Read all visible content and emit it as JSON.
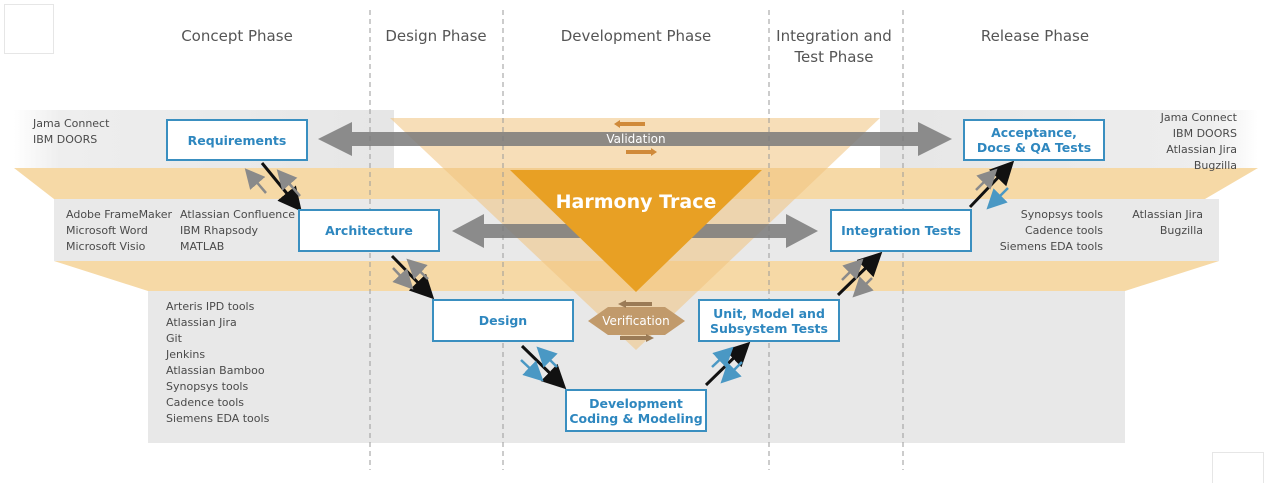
{
  "phases": {
    "concept": "Concept Phase",
    "design": "Design Phase",
    "development": "Development Phase",
    "integration_line1": "Integration and",
    "integration_line2": "Test Phase",
    "release": "Release Phase"
  },
  "center": {
    "title": "Harmony Trace",
    "validation": "Validation",
    "verification": "Verification"
  },
  "boxes": {
    "requirements": "Requirements",
    "architecture": "Architecture",
    "design": "Design",
    "development_line1": "Development",
    "development_line2": "Coding & Modeling",
    "unit_line1": "Unit, Model and",
    "unit_line2": "Subsystem Tests",
    "integration": "Integration Tests",
    "acceptance_line1": "Acceptance,",
    "acceptance_line2": "Docs & QA Tests"
  },
  "tools": {
    "req_left": [
      "Jama Connect",
      "IBM DOORS"
    ],
    "arch_left_col1": [
      "Adobe FrameMaker",
      "Microsoft Word",
      "Microsoft Visio"
    ],
    "arch_left_col2": [
      "Atlassian Confluence",
      "IBM Rhapsody",
      "MATLAB"
    ],
    "design_list": [
      "Arteris IPD tools",
      "Atlassian Jira",
      "Git",
      "Jenkins",
      "Atlassian Bamboo",
      "Synopsys tools",
      "Cadence tools",
      "Siemens EDA tools"
    ],
    "integ_right_col1": [
      "Synopsys tools",
      "Cadence tools",
      "Siemens EDA tools"
    ],
    "integ_right_col2": [
      "Atlassian Jira",
      "Bugzilla"
    ],
    "accept_right": [
      "Jama Connect",
      "IBM DOORS",
      "Atlassian Jira",
      "Bugzilla"
    ]
  },
  "colors": {
    "box_border": "#3a8fc0",
    "box_text": "#2e87bf",
    "harmony_orange": "#e8a024",
    "band_peach": "#f6d9a6",
    "gray_arrow": "#7d7d7d",
    "blue_arrow": "#4a98c4"
  }
}
